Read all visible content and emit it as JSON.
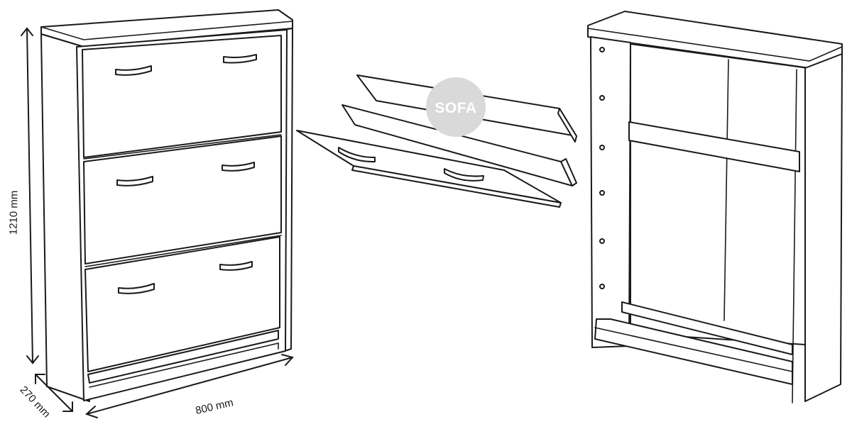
{
  "dimensions": {
    "height_label": "1210 mm",
    "width_label": "800 mm",
    "depth_label": "270 mm"
  },
  "watermark": {
    "text": "SOFA",
    "circle_color": "#d9d9d9"
  },
  "line_color": "#1a1a1a",
  "background_color": "#ffffff"
}
